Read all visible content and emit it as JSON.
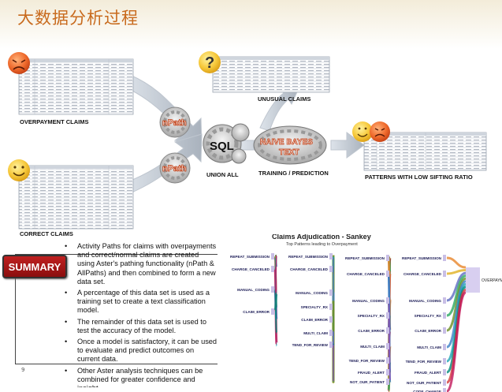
{
  "title": "大数据分析过程",
  "diagram": {
    "overpayment_label": "OVERPAYMENT CLAIMS",
    "correct_label": "CORRECT CLAIMS",
    "unusual_label": "UNUSUAL CLAIMS",
    "patterns_label": "PATTERNS WITH LOW SIFTING RATIO",
    "union_label": "UNION ALL",
    "training_label": "TRAINING / PREDICTION",
    "npath_text": "nPath",
    "sql_text": "SQL",
    "naive_bayes_line1": "NAIVE BAYES",
    "naive_bayes_line2": "TEXT",
    "question_mark": "?"
  },
  "summary": {
    "badge": "SUMMARY",
    "bullets": [
      "Activity Paths for claims with overpayments and correct/normal claims are created using Aster's pathing functionality (nPath & AllPaths) and then combined to form a new data set.",
      "A percentage of this data set is used as a training set to create a text classification model.",
      "The remainder of this data set is used to test the accuracy of the model.",
      "Once a model is satisfactory, it can be used to evaluate and predict outcomes on current data.",
      "Other Aster analysis techniques can be combined for greater confidence and insight."
    ]
  },
  "sankey": {
    "title": "Claims Adjudication - Sankey",
    "subtitle": "Top Patterns leading to Overpayment",
    "col1": [
      "REPEAT_SUBMISSION",
      "CHARGE_CANCELED",
      "MANUAL_CODING",
      "CLAIM_ERROR"
    ],
    "col2": [
      "REPEAT_SUBMISSION",
      "CHARGE_CANCELED",
      "MANUAL_CODING",
      "SPECIALTY_RX",
      "CLAIM_ERROR",
      "MULTI_CLAIM",
      "TEND_FOR_REVIEW"
    ],
    "col3": [
      "REPEAT_SUBMISSION",
      "CHARGE_CANCELED",
      "MANUAL_CODING",
      "SPECIALTY_RX",
      "CLAIM_ERROR",
      "MULTI_CLAIM",
      "TEND_FOR_REVIEW",
      "FRAUD_ALERT",
      "NOT_OUR_PATIENT"
    ],
    "col4": [
      "REPEAT_SUBMISSION",
      "CHARGE_CANCELED",
      "MANUAL_CODING",
      "SPECIALTY_RX",
      "CLAIM_ERROR",
      "MULTI_CLAIM",
      "TEND_FOR_REVIEW",
      "FRAUD_ALERT",
      "NOT_OUR_PATIENT",
      "CODE_CHANGE"
    ],
    "target": "OVERPAYMEN"
  },
  "page_number": "9",
  "colors": {
    "title": "#c86a1d",
    "badge_red": "#b01818",
    "sankey_node": "#c9bfe6",
    "sankey_target": "#d8cff0"
  }
}
